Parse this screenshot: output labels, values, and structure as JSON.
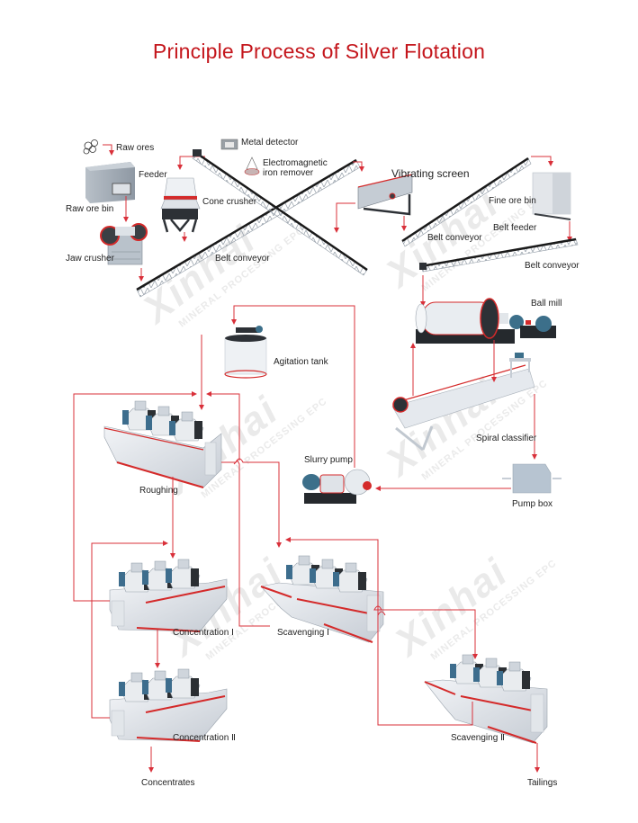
{
  "title": "Principle Process of Silver Flotation",
  "colors": {
    "title": "#c4161c",
    "flow_line": "#d9303a",
    "machine_body": "#dfe3e8",
    "machine_accent": "#d42a2a",
    "conveyor": "#1a1a1a"
  },
  "equipment_labels": {
    "raw_ores": "Raw ores",
    "feeder": "Feeder",
    "raw_ore_bin": "Raw ore bin",
    "jaw_crusher": "Jaw crusher",
    "metal_detector": "Metal detector",
    "electromagnetic_iron_remover_1": "Electromagnetic",
    "electromagnetic_iron_remover_2": "iron remover",
    "cone_crusher": "Cone crusher",
    "belt_conveyor_1": "Belt conveyor",
    "vibrating_screen": "Vibrating screen",
    "belt_conveyor_2": "Belt conveyor",
    "fine_ore_bin": "Fine ore bin",
    "belt_feeder": "Belt feeder",
    "belt_conveyor_3": "Belt conveyor",
    "ball_mill": "Ball mill",
    "agitation_tank": "Agitation tank",
    "spiral_classifier": "Spiral classifier",
    "slurry_pump": "Slurry pump",
    "pump_box": "Pump box",
    "roughing": "Roughing",
    "concentration_1": "Concentration Ⅰ",
    "scavenging_1": "Scavenging Ⅰ",
    "concentration_2": "Concentration Ⅱ",
    "scavenging_2": "Scavenging Ⅱ",
    "concentrates": "Concentrates",
    "tailings": "Tailings"
  },
  "watermark": {
    "brand": "Xinhai",
    "tagline": "MINERAL PROCESSING EPC"
  }
}
